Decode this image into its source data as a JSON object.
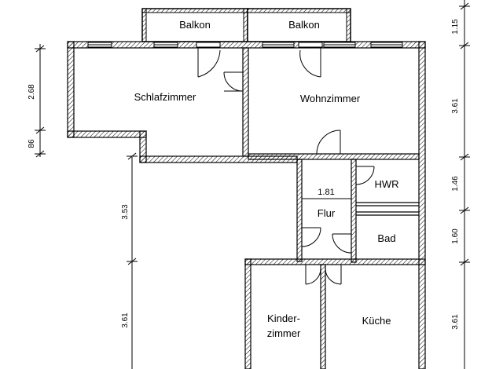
{
  "rooms": {
    "balkon_left": "Balkon",
    "balkon_right": "Balkon",
    "schlafzimmer": "Schlafzimmer",
    "wohnzimmer": "Wohnzimmer",
    "hwr": "HWR",
    "flur": "Flur",
    "bad": "Bad",
    "kinderzimmer_line1": "Kinder-",
    "kinderzimmer_line2": "zimmer",
    "kueche": "Küche"
  },
  "dimensions": {
    "right_balkon": "1.15",
    "right_wohnzimmer": "3.61",
    "right_hwr": "1.46",
    "right_bad": "1.60",
    "right_kueche": "3.61",
    "left_schlafzimmer": "2.68",
    "left_offset": "86",
    "left_middle": "3.53",
    "left_bottom": "3.61",
    "flur_width": "1.81"
  },
  "colors": {
    "walls": "#000000",
    "background": "#ffffff"
  }
}
